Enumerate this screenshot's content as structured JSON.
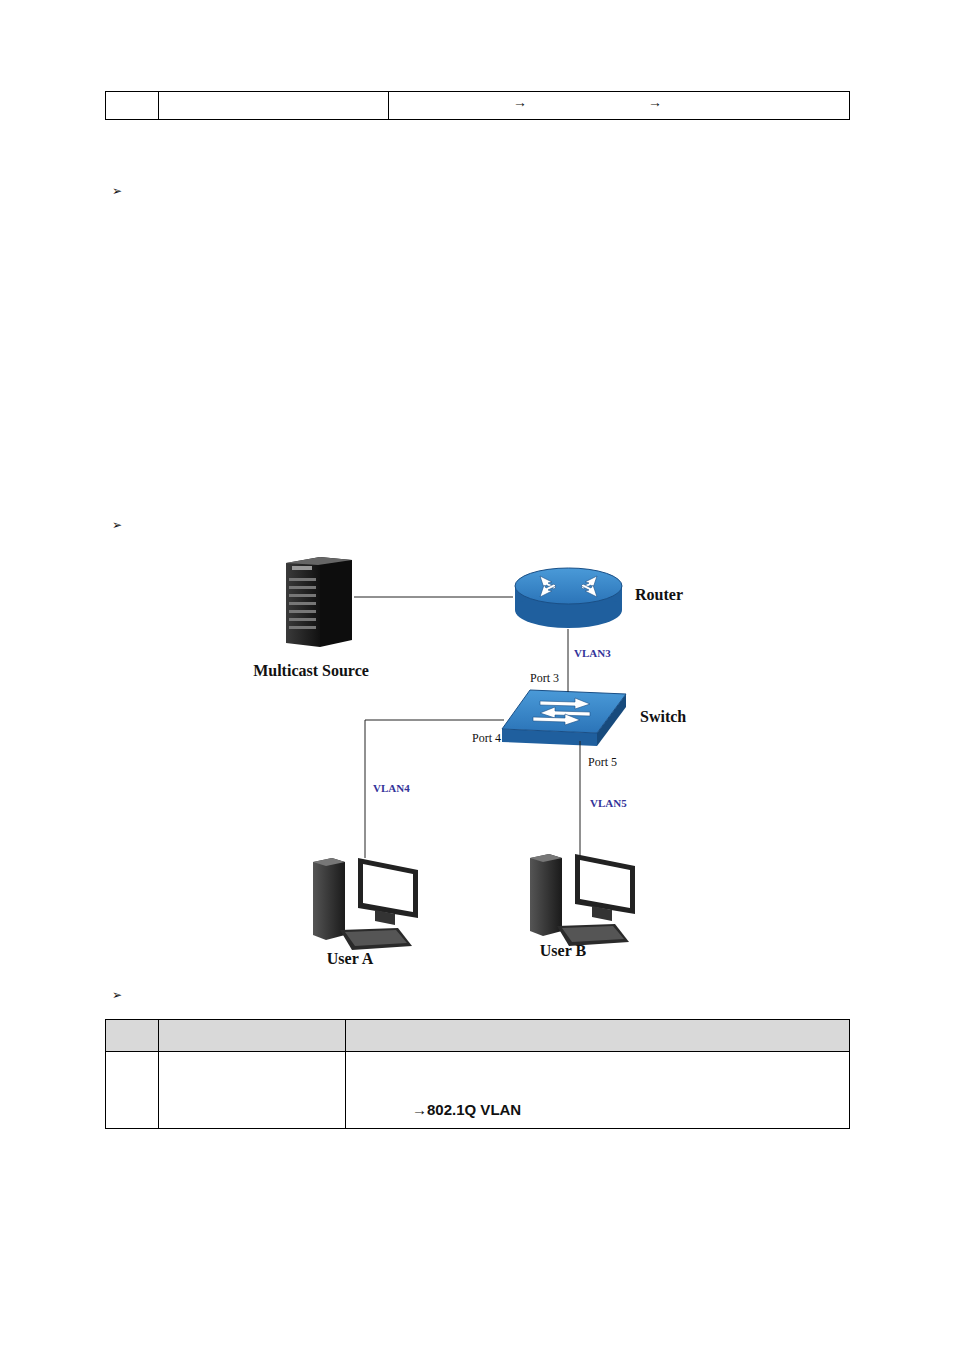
{
  "diagram": {
    "nodes": [
      {
        "text": [
          "Multicast Source"
        ]
      },
      {
        "text": [
          "Router"
        ]
      },
      {
        "text": [
          "Switch"
        ]
      },
      {
        "text": [
          "User A"
        ]
      },
      {
        "text": [
          "User B"
        ]
      }
    ],
    "edges": [
      {
        "from": 0,
        "to": 1,
        "arrow": "none"
      },
      {
        "from": 1,
        "to": 2,
        "label": "VLAN3",
        "arrow": "none"
      },
      {
        "from": 2,
        "to": 3,
        "label": "VLAN4",
        "arrow": "none"
      },
      {
        "from": 2,
        "to": 4,
        "label": "VLAN5",
        "arrow": "none"
      }
    ],
    "labels": [
      "→",
      "→",
      "➢",
      "➢",
      "Port 3",
      "Port 4",
      "Port 5",
      "➢",
      "→802.1Q VLAN"
    ]
  }
}
